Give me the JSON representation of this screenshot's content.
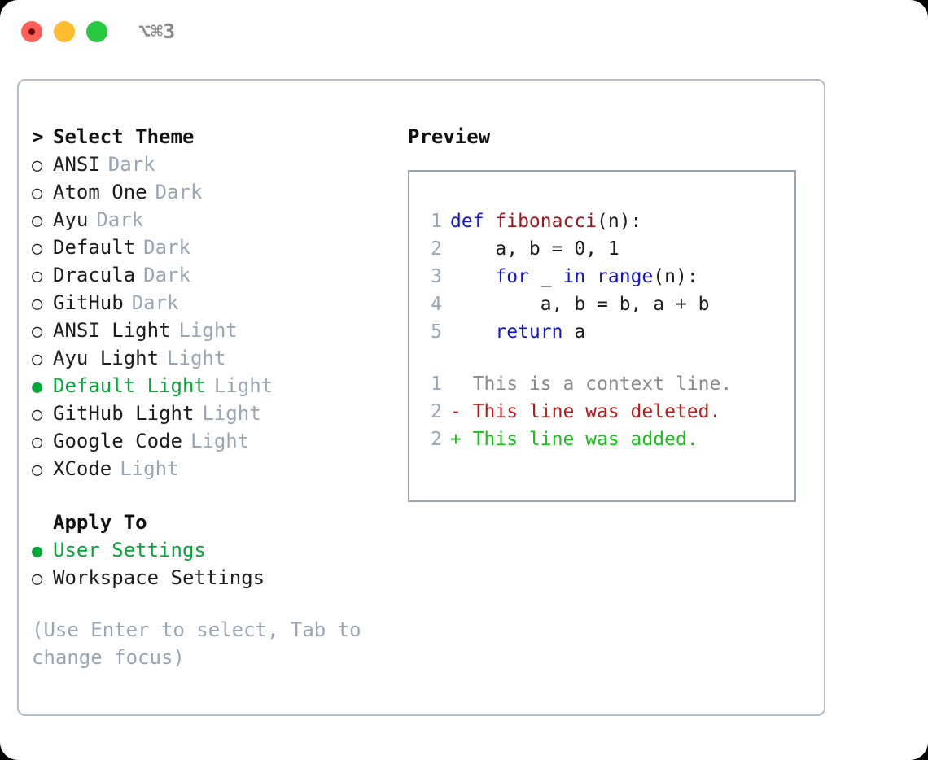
{
  "titlebar": {
    "shortcut": "⌥⌘3",
    "traffic_lights": [
      {
        "name": "close",
        "color": "#ff5f57"
      },
      {
        "name": "minimize",
        "color": "#febc2e"
      },
      {
        "name": "maximize",
        "color": "#28c840"
      }
    ]
  },
  "theme_picker": {
    "caret": ">",
    "header": "Select Theme",
    "marker_unselected": "○",
    "marker_selected": "●",
    "items": [
      {
        "label": "ANSI",
        "tag": "Dark",
        "selected": false
      },
      {
        "label": "Atom One",
        "tag": "Dark",
        "selected": false
      },
      {
        "label": "Ayu",
        "tag": "Dark",
        "selected": false
      },
      {
        "label": "Default",
        "tag": "Dark",
        "selected": false
      },
      {
        "label": "Dracula",
        "tag": "Dark",
        "selected": false
      },
      {
        "label": "GitHub",
        "tag": "Dark",
        "selected": false
      },
      {
        "label": "ANSI Light",
        "tag": "Light",
        "selected": false
      },
      {
        "label": "Ayu Light",
        "tag": "Light",
        "selected": false
      },
      {
        "label": "Default Light",
        "tag": "Light",
        "selected": true
      },
      {
        "label": "GitHub Light",
        "tag": "Light",
        "selected": false
      },
      {
        "label": "Google Code",
        "tag": "Light",
        "selected": false
      },
      {
        "label": "XCode",
        "tag": "Light",
        "selected": false
      }
    ]
  },
  "apply_to": {
    "header": "Apply To",
    "items": [
      {
        "label": "User Settings",
        "selected": true
      },
      {
        "label": "Workspace Settings",
        "selected": false
      }
    ]
  },
  "hint": "(Use Enter to select, Tab to change focus)",
  "preview": {
    "title": "Preview",
    "code_lines": [
      {
        "n": "1",
        "tokens": [
          {
            "t": "def ",
            "c": "kw"
          },
          {
            "t": "fibonacci",
            "c": "fn"
          },
          {
            "t": "(n):",
            "c": "plain"
          }
        ]
      },
      {
        "n": "2",
        "tokens": [
          {
            "t": "    a, b = 0, 1",
            "c": "plain"
          }
        ]
      },
      {
        "n": "3",
        "tokens": [
          {
            "t": "    ",
            "c": "plain"
          },
          {
            "t": "for ",
            "c": "kw"
          },
          {
            "t": "_ ",
            "c": "plain"
          },
          {
            "t": "in ",
            "c": "kw"
          },
          {
            "t": "range",
            "c": "kw"
          },
          {
            "t": "(n):",
            "c": "plain"
          }
        ]
      },
      {
        "n": "4",
        "tokens": [
          {
            "t": "        a, b = b, a + b",
            "c": "plain"
          }
        ]
      },
      {
        "n": "5",
        "tokens": [
          {
            "t": "    ",
            "c": "plain"
          },
          {
            "t": "return ",
            "c": "kw"
          },
          {
            "t": "a",
            "c": "plain"
          }
        ]
      }
    ],
    "diff_lines": [
      {
        "n": "1",
        "sign": " ",
        "text": " This is a context line.",
        "kind": "ctx"
      },
      {
        "n": "2",
        "sign": "-",
        "text": " This line was deleted.",
        "kind": "del"
      },
      {
        "n": "2",
        "sign": "+",
        "text": " This line was added.",
        "kind": "add"
      }
    ]
  },
  "colors": {
    "accent_green": "#00a838",
    "muted_gray": "#9aa5b4",
    "keyword_blue": "#1414d0",
    "function_red": "#a3161b",
    "diff_deleted": "#c01818",
    "diff_added": "#17c217",
    "border": "#b3bcc8"
  }
}
